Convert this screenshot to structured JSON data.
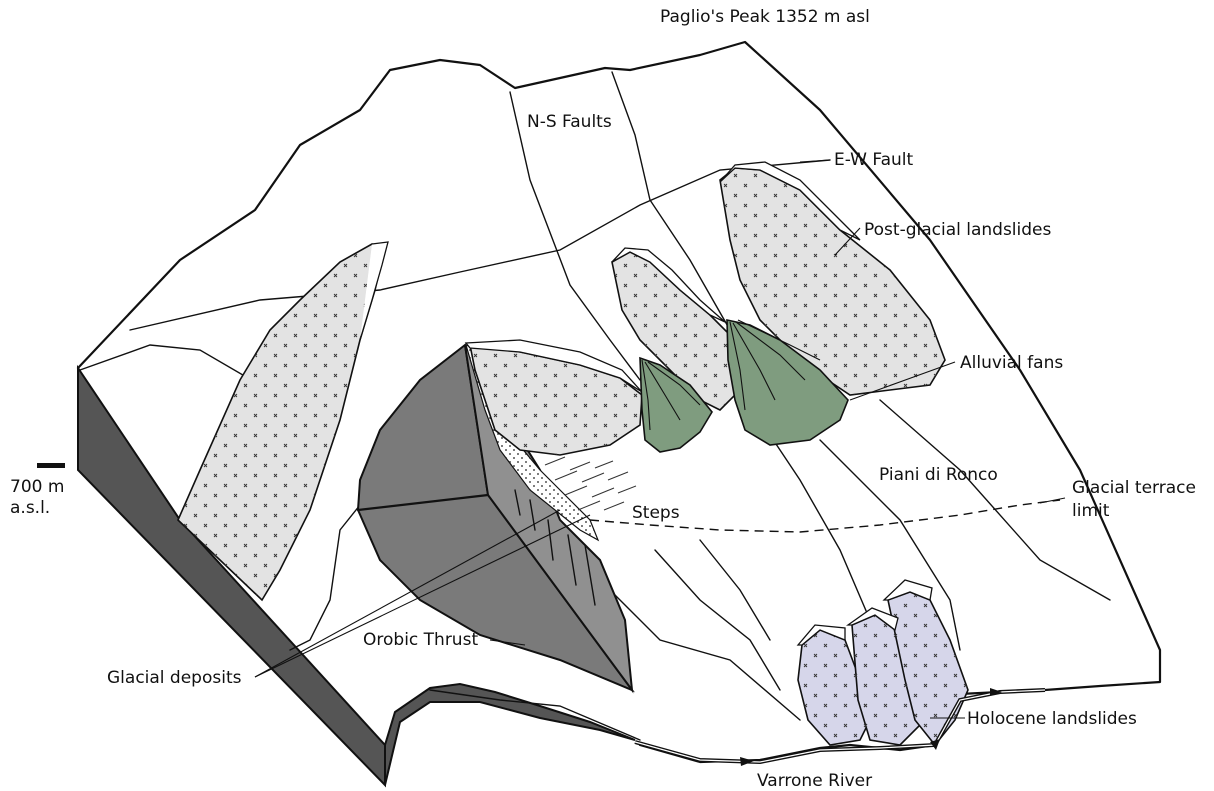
{
  "labels": {
    "peak": "Paglio's Peak 1352 m asl",
    "ns_faults": "N-S Faults",
    "ew_fault": "E-W Fault",
    "post_glacial": "Post-glacial landslides",
    "alluvial_fans": "Alluvial fans",
    "piani": "Piani di Ronco",
    "terrace_1": "Glacial terrace",
    "terrace_2": "limit",
    "steps": "Steps",
    "orobic": "Orobic Thrust",
    "glacial_deposits": "Glacial deposits",
    "holocene": "Holocene landslides",
    "river": "Varrone River",
    "scale_1": "700 m",
    "scale_2": "a.s.l."
  },
  "colors": {
    "landslide_fill": "#e3e3e3",
    "fan_fill": "#7f9c7f",
    "holocene_fill": "#d6d6ea",
    "cliff_dark": "#555555",
    "thrust_block": "#7a7a7a",
    "thrust_face": "#909090"
  }
}
